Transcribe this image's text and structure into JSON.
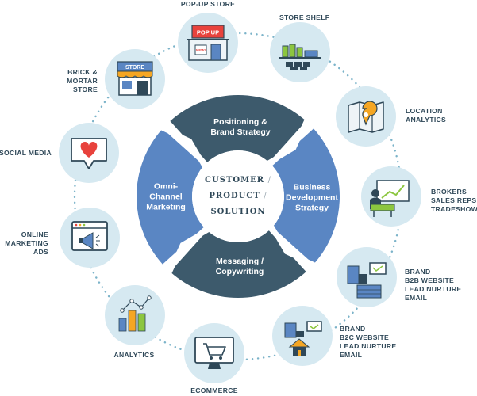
{
  "center": {
    "lines": [
      {
        "text": "CUSTOMER",
        "sep": "/"
      },
      {
        "text": "PRODUCT",
        "sep": "/"
      },
      {
        "text": "SOLUTION",
        "sep": ""
      }
    ]
  },
  "segments": {
    "positioning": "Positioning &\nBrand Strategy",
    "business": "Business\nDevelopment\nStrategy",
    "messaging": "Messaging /\nCopywriting",
    "omni": "Omni-\nChannel\nMarketing"
  },
  "channels": [
    {
      "id": "popup",
      "label": "POP-UP STORE",
      "icon": "popup-store-icon",
      "sign": "POP UP",
      "tag": "NEW!"
    },
    {
      "id": "shelf",
      "label": "STORE SHELF",
      "icon": "store-shelf-icon"
    },
    {
      "id": "location",
      "label": "LOCATION\nANALYTICS",
      "icon": "location-map-icon"
    },
    {
      "id": "brokers",
      "label": "BROKERS\nSALES REPS\nTRADESHOWS",
      "icon": "presentation-board-icon"
    },
    {
      "id": "b2b",
      "label": "BRAND\nB2B WEBSITE\nLEAD NURTURE\nEMAIL",
      "icon": "b2b-buildings-icon"
    },
    {
      "id": "b2c",
      "label": "BRAND\nB2C WEBSITE\nLEAD NURTURE\nEMAIL",
      "icon": "b2c-house-icon"
    },
    {
      "id": "ecommerce",
      "label": "ECOMMERCE",
      "icon": "shopping-cart-icon"
    },
    {
      "id": "analytics",
      "label": "ANALYTICS",
      "icon": "bar-chart-icon"
    },
    {
      "id": "ads",
      "label": "ONLINE\nMARKETING\nADS",
      "icon": "megaphone-ad-icon"
    },
    {
      "id": "social",
      "label": "SOCIAL MEDIA",
      "icon": "heart-chat-icon"
    },
    {
      "id": "brick",
      "label": "BRICK &\nMORTAR\nSTORE",
      "icon": "storefront-icon",
      "sign": "STORE"
    }
  ],
  "colors": {
    "dark": "#3d5a6c",
    "blue": "#5a86c3",
    "circle": "#d6e9f1",
    "text": "#2f4858",
    "dots": "#7bb3c9"
  }
}
